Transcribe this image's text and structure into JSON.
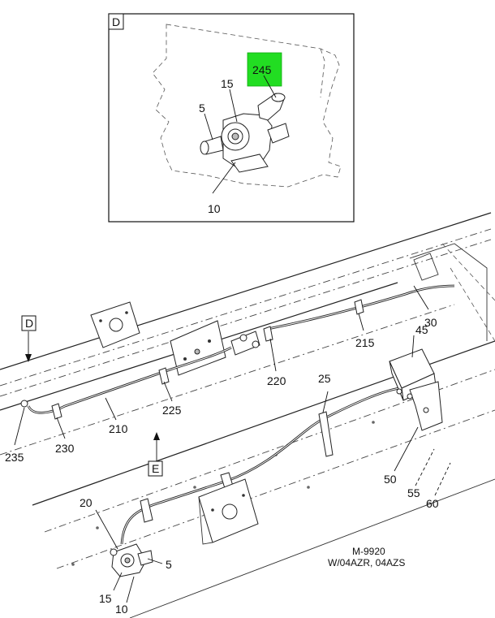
{
  "detail": {
    "letter": "D",
    "callouts": {
      "c245": "245",
      "c15": "15",
      "c5": "5",
      "c10": "10"
    },
    "highlight_color": "#22dd22"
  },
  "main": {
    "view_markers": {
      "d": "D",
      "e": "E"
    },
    "callouts": {
      "c45": "45",
      "c30": "30",
      "c215": "215",
      "c220": "220",
      "c25": "25",
      "c225": "225",
      "c210": "210",
      "c230": "230",
      "c235": "235",
      "c50": "50",
      "c55": "55",
      "c60": "60",
      "c20": "20",
      "c5": "5",
      "c15": "15",
      "c10": "10"
    }
  },
  "figure": {
    "number": "M-9920",
    "applicability": "W/04AZR, 04AZS"
  }
}
